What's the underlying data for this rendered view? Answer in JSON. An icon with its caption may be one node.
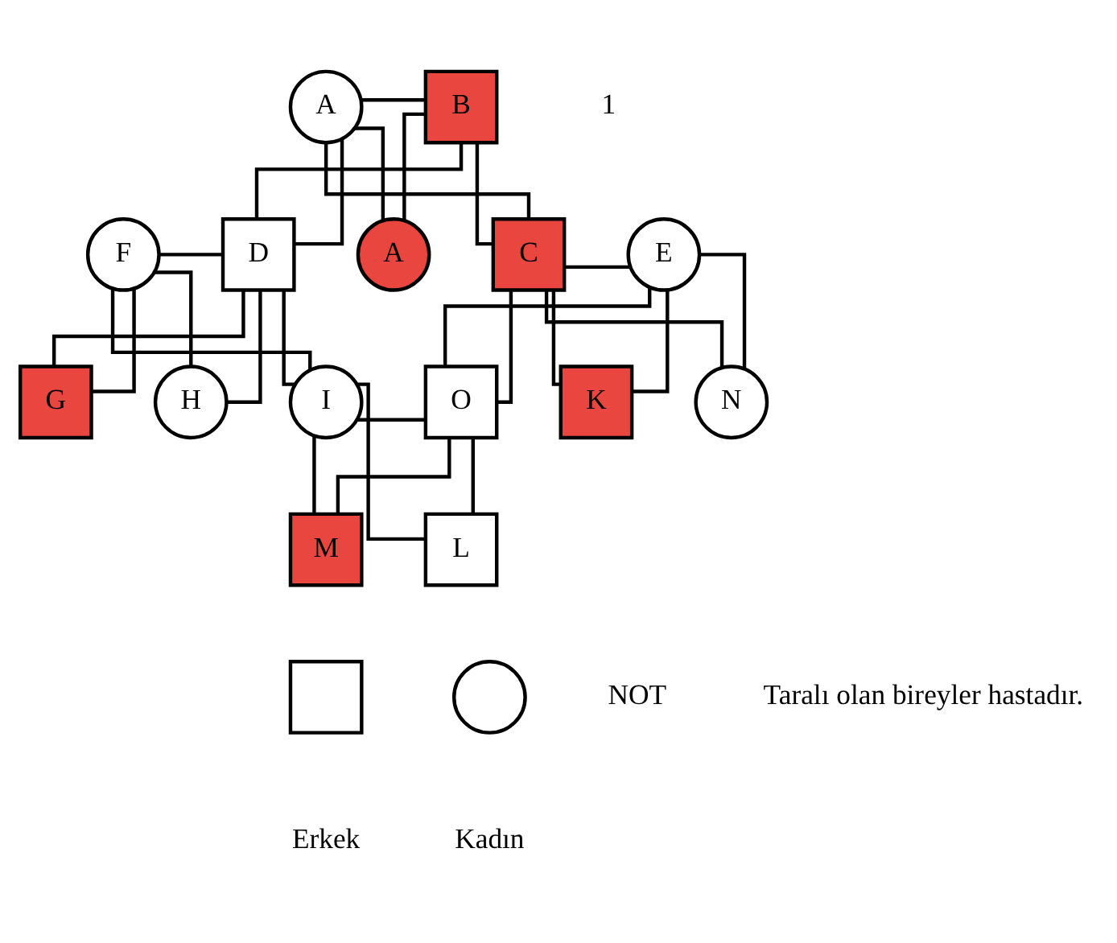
{
  "diagram": {
    "nodes": [
      {
        "text": [
          "A"
        ]
      },
      {
        "text": [
          "B"
        ]
      },
      {
        "text": [
          "F"
        ]
      },
      {
        "text": [
          "D"
        ]
      },
      {
        "text": [
          "A"
        ]
      },
      {
        "text": [
          "C"
        ]
      },
      {
        "text": [
          "E"
        ]
      },
      {
        "text": [
          "G"
        ]
      },
      {
        "text": [
          "H"
        ]
      },
      {
        "text": [
          "I"
        ]
      },
      {
        "text": [
          "O"
        ]
      },
      {
        "text": [
          "K"
        ]
      },
      {
        "text": [
          "N"
        ]
      },
      {
        "text": [
          "M"
        ]
      },
      {
        "text": [
          "L"
        ]
      },
      {
        "text": [],
        "shape": "box"
      },
      {
        "text": [],
        "shape": "circle"
      }
    ],
    "edges": [
      {
        "from": 0,
        "to": 1,
        "arrow": "none"
      },
      {
        "from": 0,
        "to": 3,
        "arrow": "none"
      },
      {
        "from": 0,
        "to": 4,
        "arrow": "none"
      },
      {
        "from": 0,
        "to": 5,
        "arrow": "none"
      },
      {
        "from": 1,
        "to": 3,
        "arrow": "none"
      },
      {
        "from": 1,
        "to": 4,
        "arrow": "none"
      },
      {
        "from": 1,
        "to": 5,
        "arrow": "none"
      },
      {
        "from": 2,
        "to": 3,
        "arrow": "none"
      },
      {
        "from": 5,
        "to": 6,
        "arrow": "none"
      },
      {
        "from": 2,
        "to": 7,
        "arrow": "none"
      },
      {
        "from": 2,
        "to": 8,
        "arrow": "none"
      },
      {
        "from": 2,
        "to": 9,
        "arrow": "none"
      },
      {
        "from": 3,
        "to": 7,
        "arrow": "none"
      },
      {
        "from": 3,
        "to": 8,
        "arrow": "none"
      },
      {
        "from": 3,
        "to": 9,
        "arrow": "none"
      },
      {
        "from": 5,
        "to": 10,
        "arrow": "none"
      },
      {
        "from": 5,
        "to": 11,
        "arrow": "none"
      },
      {
        "from": 5,
        "to": 12,
        "arrow": "none"
      },
      {
        "from": 6,
        "to": 10,
        "arrow": "none"
      },
      {
        "from": 6,
        "to": 11,
        "arrow": "none"
      },
      {
        "from": 6,
        "to": 12,
        "arrow": "none"
      },
      {
        "from": 9,
        "to": 10,
        "arrow": "none"
      },
      {
        "from": 9,
        "to": 13,
        "arrow": "none"
      },
      {
        "from": 9,
        "to": 14,
        "arrow": "none"
      },
      {
        "from": 10,
        "to": 13,
        "arrow": "none"
      },
      {
        "from": 10,
        "to": 14,
        "arrow": "none"
      }
    ],
    "labels": [
      "1",
      "NOT",
      "Taralı olan bireyler hastadır."
    ],
    "legend": [
      {
        "text": "Erkek"
      },
      {
        "text": "Kadın"
      }
    ]
  }
}
